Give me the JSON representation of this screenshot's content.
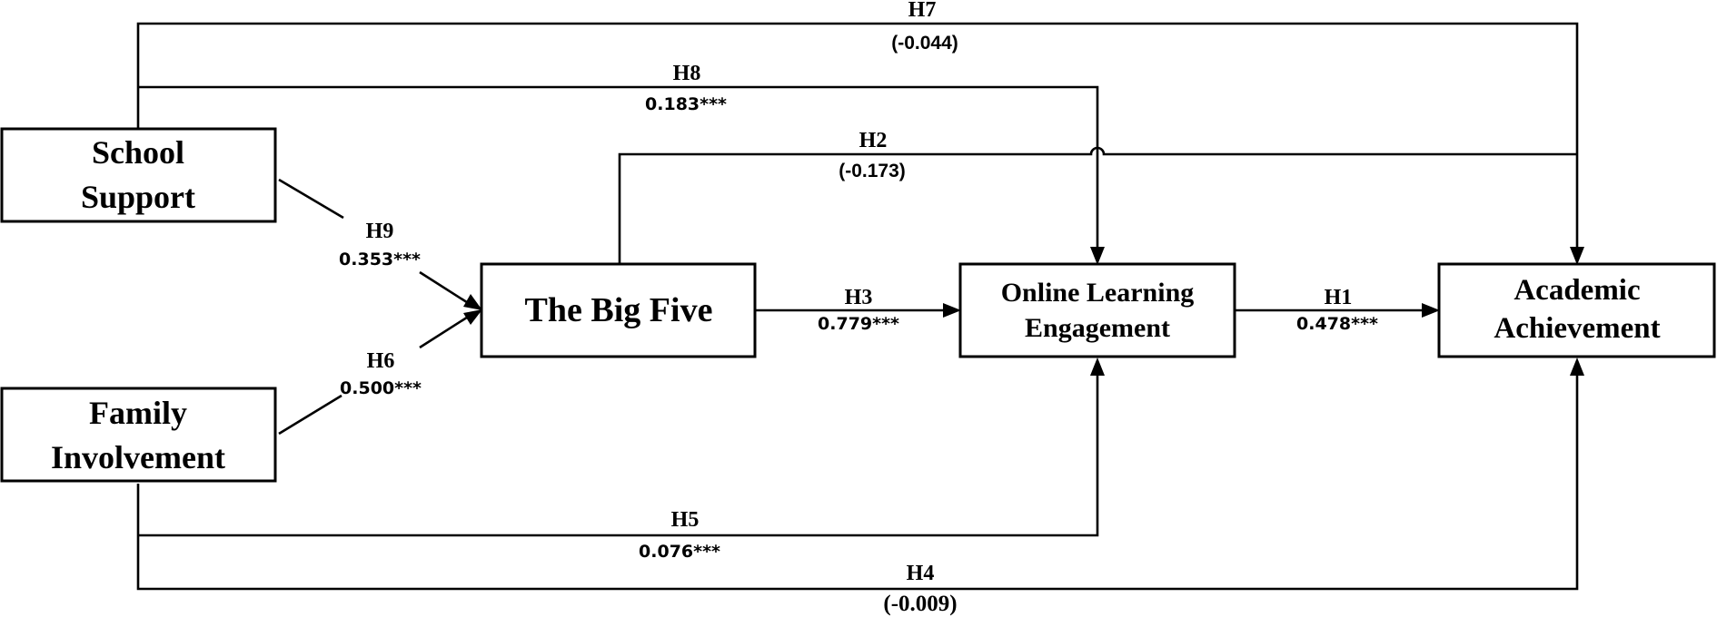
{
  "nodes": {
    "school_support": {
      "line1": "School",
      "line2": "Support"
    },
    "family_involvement": {
      "line1": "Family",
      "line2": "Involvement"
    },
    "big_five": {
      "label": "The Big Five"
    },
    "online_learning_engagement": {
      "line1": "Online Learning",
      "line2": "Engagement"
    },
    "academic_achievement": {
      "line1": "Academic",
      "line2": "Achievement"
    }
  },
  "paths": {
    "h1": {
      "id": "H1",
      "coef": "0.478***"
    },
    "h2": {
      "id": "H2",
      "coef": "(-0.173)"
    },
    "h3": {
      "id": "H3",
      "coef": "0.779***"
    },
    "h4": {
      "id": "H4",
      "coef": "(-0.009)"
    },
    "h5": {
      "id": "H5",
      "coef": "0.076***"
    },
    "h6": {
      "id": "H6",
      "coef": "0.500***"
    },
    "h7": {
      "id": "H7",
      "coef": "(-0.044)"
    },
    "h8": {
      "id": "H8",
      "coef": "0.183***"
    },
    "h9": {
      "id": "H9",
      "coef": "0.353***"
    }
  }
}
